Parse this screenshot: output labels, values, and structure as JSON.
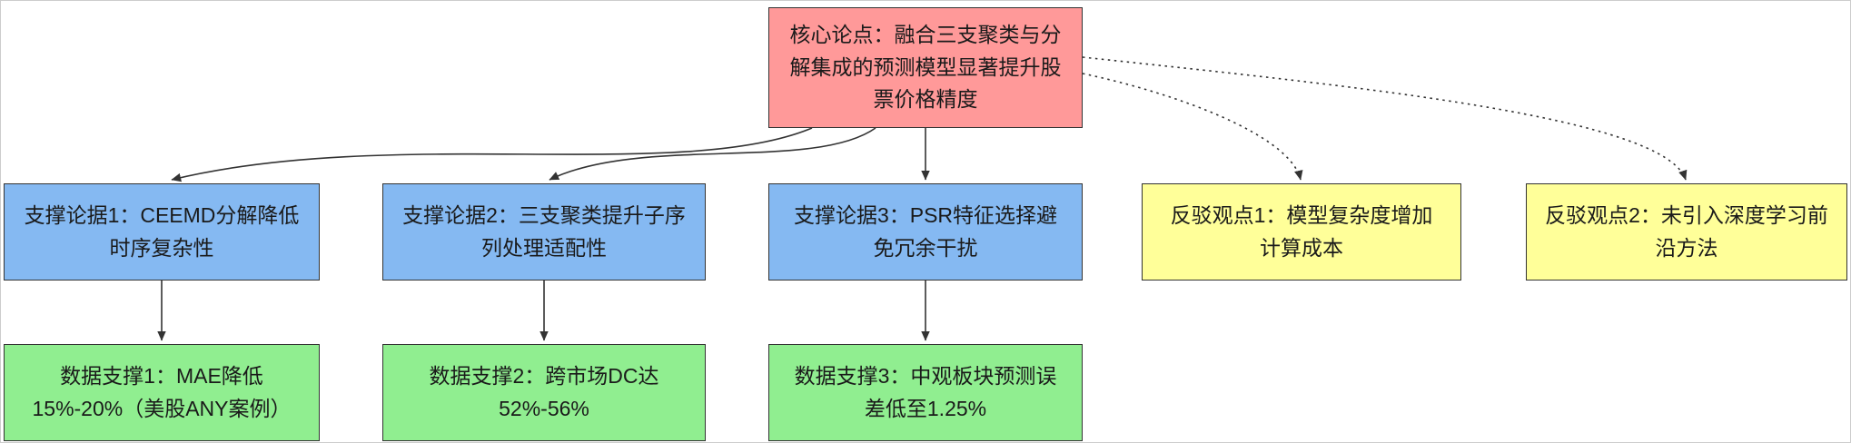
{
  "diagram": {
    "title": "argument-map-flowchart",
    "colors": {
      "core": {
        "fill": "#ff9999",
        "border": "#333333"
      },
      "support": {
        "fill": "#85b9f2",
        "border": "#333333"
      },
      "counter": {
        "fill": "#ffff99",
        "border": "#333333"
      },
      "data": {
        "fill": "#90ee90",
        "border": "#333333"
      },
      "edge": "#333333"
    },
    "nodes": {
      "core": {
        "label": "核心论点：融合三支聚类与分解集成的预测模型显著提升股票价格精度"
      },
      "supports": [
        {
          "label": "支撑论据1：CEEMD分解降低时序复杂性"
        },
        {
          "label": "支撑论据2：三支聚类提升子序列处理适配性"
        },
        {
          "label": "支撑论据3：PSR特征选择避免冗余干扰"
        }
      ],
      "counters": [
        {
          "label": "反驳观点1：模型复杂度增加计算成本"
        },
        {
          "label": "反驳观点2：未引入深度学习前沿方法"
        }
      ],
      "data_points": [
        {
          "label": "数据支撑1：MAE降低15%-20%（美股ANY案例）"
        },
        {
          "label": "数据支撑2：跨市场DC达52%-56%"
        },
        {
          "label": "数据支撑3：中观板块预测误差低至1.25%"
        }
      ]
    },
    "edges": [
      {
        "from": "core",
        "to": "support-1",
        "style": "solid"
      },
      {
        "from": "core",
        "to": "support-2",
        "style": "solid"
      },
      {
        "from": "core",
        "to": "support-3",
        "style": "solid"
      },
      {
        "from": "core",
        "to": "counter-1",
        "style": "dotted"
      },
      {
        "from": "core",
        "to": "counter-2",
        "style": "dotted"
      },
      {
        "from": "support-1",
        "to": "data-1",
        "style": "solid"
      },
      {
        "from": "support-2",
        "to": "data-2",
        "style": "solid"
      },
      {
        "from": "support-3",
        "to": "data-3",
        "style": "solid"
      }
    ]
  }
}
